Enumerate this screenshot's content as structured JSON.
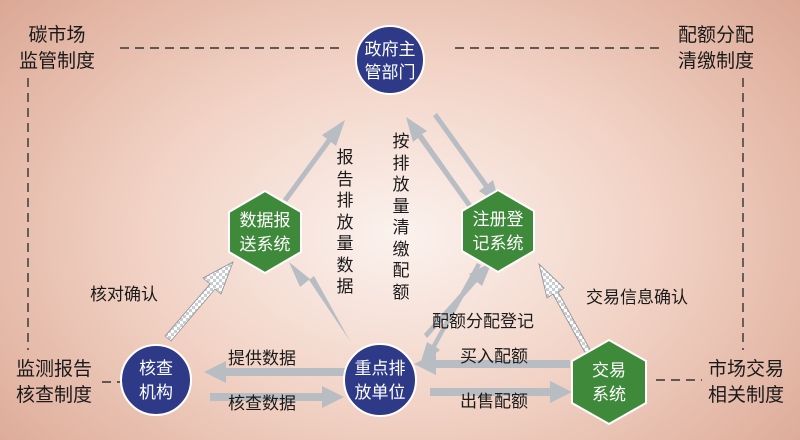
{
  "nodes": {
    "government": [
      "政府主",
      "管部门"
    ],
    "verification": [
      "核查",
      "机构"
    ],
    "emitter": [
      "重点排",
      "放单位"
    ],
    "data_report": [
      "数据报",
      "送系统"
    ],
    "registry": [
      "注册登",
      "记系统"
    ],
    "trading": [
      "交易",
      "系统"
    ]
  },
  "corners": {
    "top_left": [
      "碳市场",
      "监管制度"
    ],
    "top_right": [
      "配额分配",
      "清缴制度"
    ],
    "bottom_left": [
      "监测报告",
      "核查制度"
    ],
    "bottom_right": [
      "市场交易",
      "相关制度"
    ]
  },
  "edges": {
    "verify_confirm": "核对确认",
    "report_emissions": "报告排放量数据",
    "surrender": "按排放量清缴配额",
    "allocation_register": "配额分配登记",
    "trade_confirm": "交易信息确认",
    "buy_allowance": "买入配额",
    "sell_allowance": "出售配额",
    "provide_data": "提供数据",
    "verify_data": "核查数据"
  },
  "colors": {
    "circle_node": "#2e3a87",
    "hex_node": "#3f8a3a",
    "arrow": "#b8bcc3",
    "line": "#333333"
  }
}
